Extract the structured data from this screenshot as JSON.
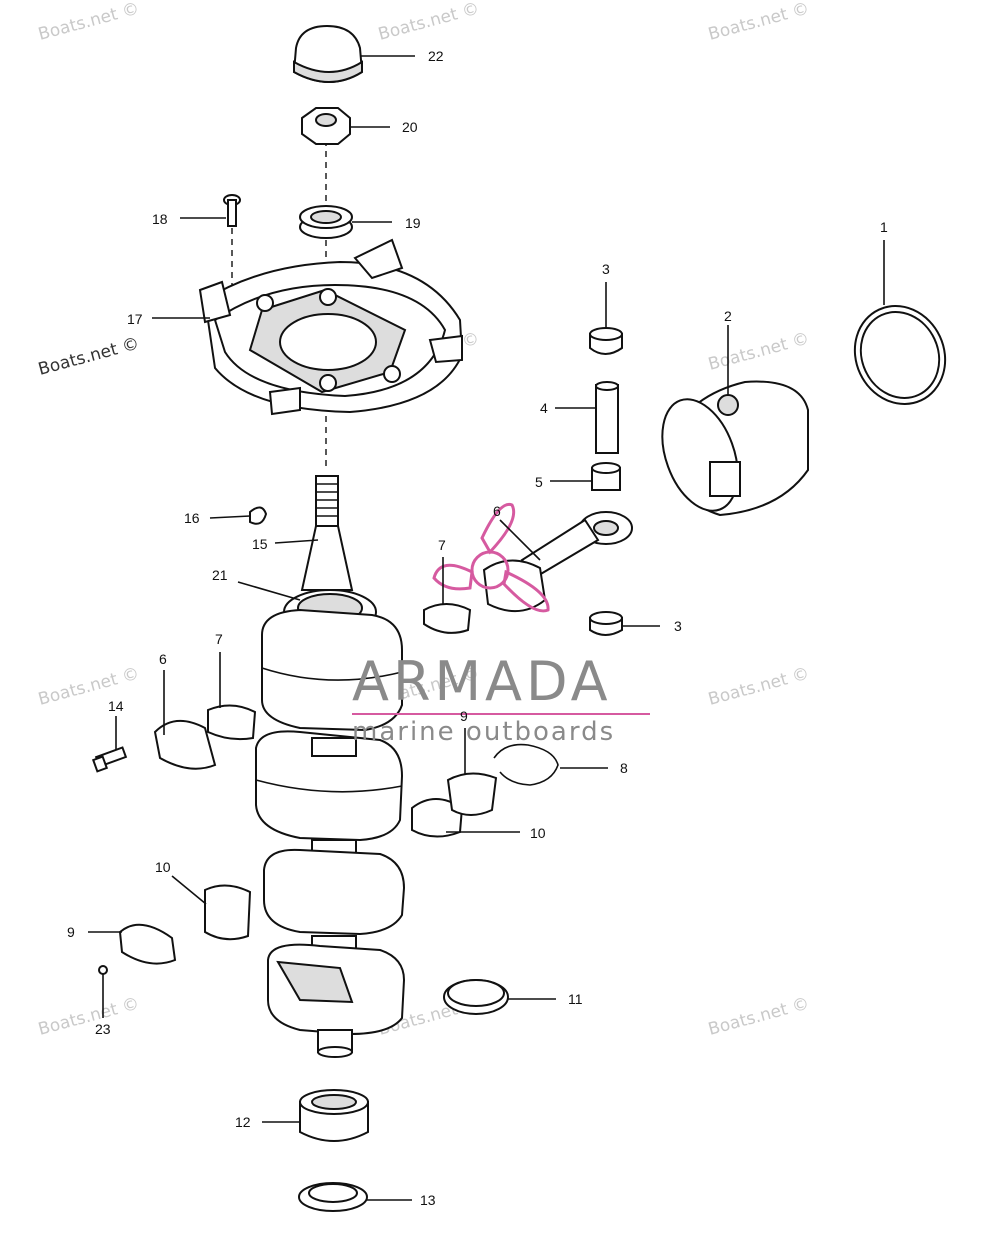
{
  "callouts": {
    "c1": "1",
    "c2": "2",
    "c3a": "3",
    "c3b": "3",
    "c4": "4",
    "c5": "5",
    "c6a": "6",
    "c6b": "6",
    "c7a": "7",
    "c7b": "7",
    "c8": "8",
    "c9a": "9",
    "c9b": "9",
    "c10a": "10",
    "c10b": "10",
    "c11": "11",
    "c12": "12",
    "c13": "13",
    "c14": "14",
    "c15": "15",
    "c16": "16",
    "c17": "17",
    "c18": "18",
    "c19": "19",
    "c20": "20",
    "c21": "21",
    "c22": "22",
    "c23": "23"
  },
  "watermark": {
    "text": "Boats.net ©"
  },
  "logo": {
    "name": "ARMADA",
    "tagline": "marine outboards",
    "accent_color": "#d65aa0"
  }
}
